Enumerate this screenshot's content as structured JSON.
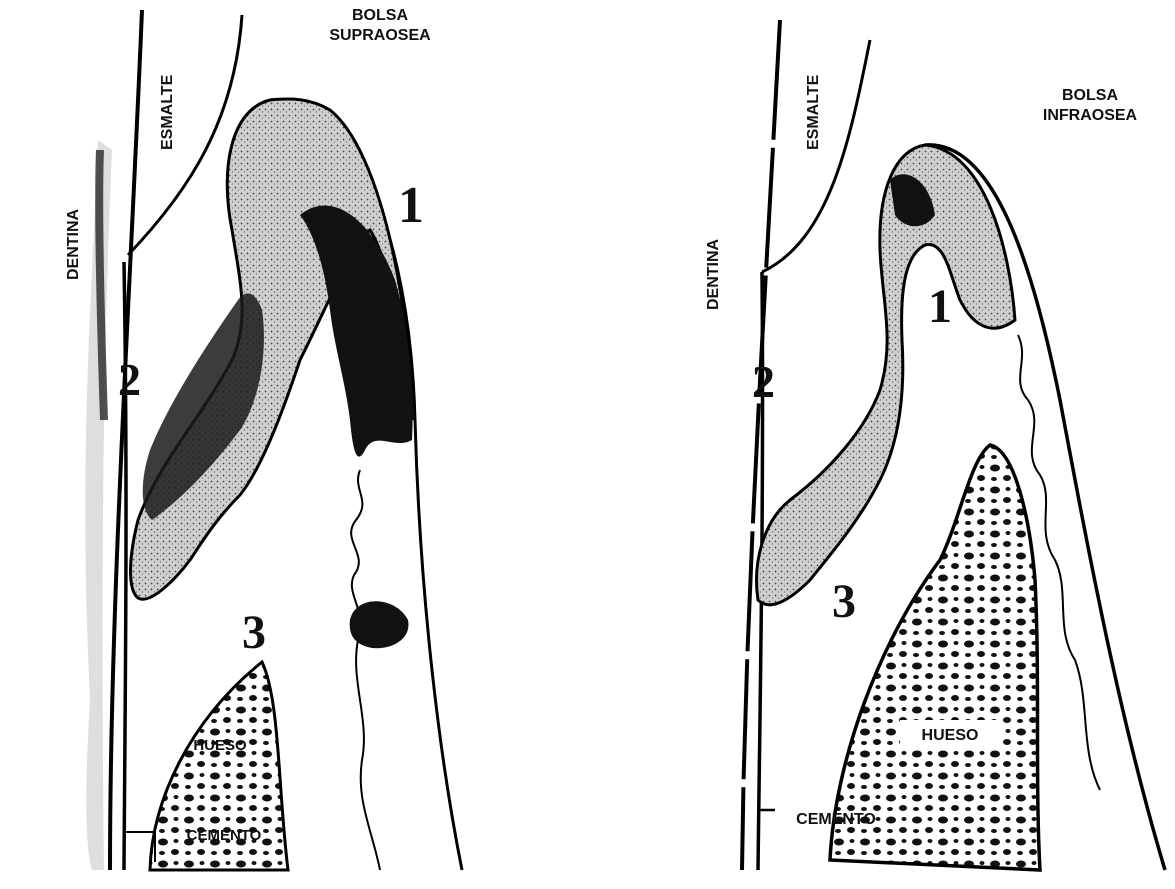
{
  "figures": [
    {
      "pocket_label_line1": "BOLSA",
      "pocket_label_line2": "SUPRAOSEA",
      "enamel_label": "ESMALTE",
      "dentin_label": "DENTINA",
      "bone_label": "HUESO",
      "cementum_label": "CEMENTO",
      "zone1": "1",
      "zone2": "2",
      "zone3": "3"
    },
    {
      "pocket_label_line1": "BOLSA",
      "pocket_label_line2": "INFRAOSEA",
      "enamel_label": "ESMALTE",
      "dentin_label": "DENTINA",
      "bone_label": "HUESO",
      "cementum_label": "CEMENTO",
      "zone1": "1",
      "zone2": "2",
      "zone3": "3"
    }
  ]
}
